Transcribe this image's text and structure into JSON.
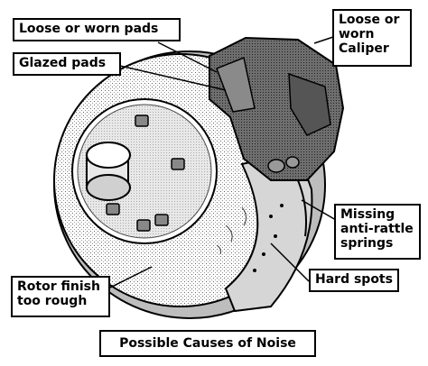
{
  "labels": {
    "loose_worn_pads": "Loose or worn pads",
    "glazed_pads": "Glazed pads",
    "loose_worn_caliper": "Loose or\nworn\nCaliper",
    "missing_springs": "Missing\nanti-rattle\nsprings",
    "hard_spots": "Hard spots",
    "rotor_finish": "Rotor finish\ntoo rough",
    "caption": "Possible Causes of Noise"
  }
}
